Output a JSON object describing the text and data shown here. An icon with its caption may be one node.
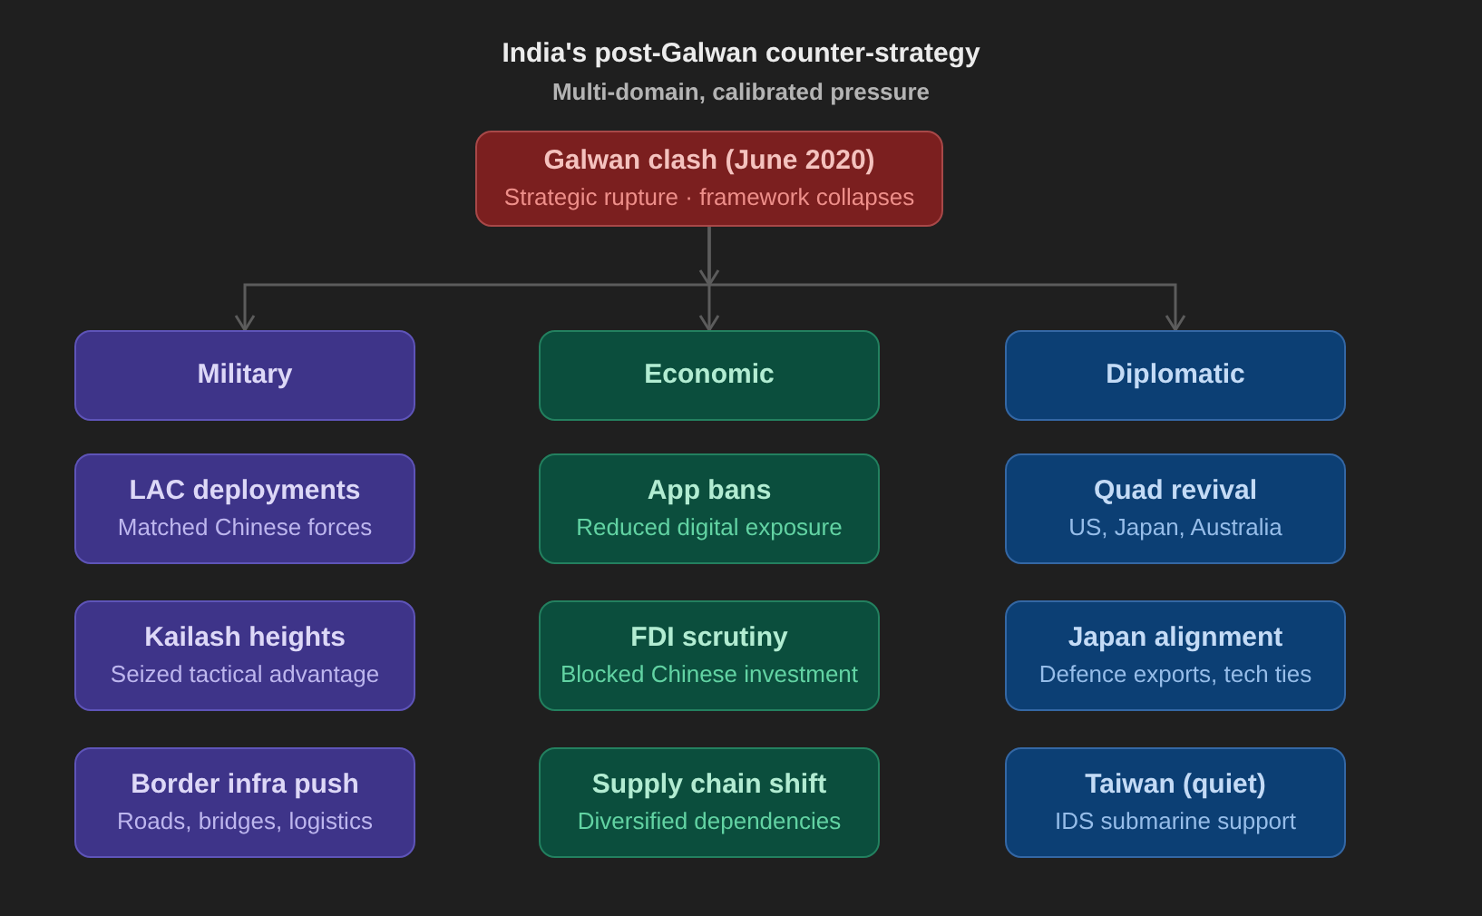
{
  "diagram": {
    "title": "India's post-Galwan counter-strategy",
    "nodes": [
      {
        "text": [
          "Galwan clash (June 2020)",
          "Strategic rupture · framework collapses"
        ]
      },
      {
        "text": [
          "Military"
        ]
      },
      {
        "text": [
          "LAC deployments",
          "Matched Chinese forces"
        ]
      },
      {
        "text": [
          "Kailash heights",
          "Seized tactical advantage"
        ]
      },
      {
        "text": [
          "Border infra push",
          "Roads, bridges, logistics"
        ]
      },
      {
        "text": [
          "Economic"
        ]
      },
      {
        "text": [
          "App bans",
          "Reduced digital exposure"
        ]
      },
      {
        "text": [
          "FDI scrutiny",
          "Blocked Chinese investment"
        ]
      },
      {
        "text": [
          "Supply chain shift",
          "Diversified dependencies"
        ]
      },
      {
        "text": [
          "Diplomatic"
        ]
      },
      {
        "text": [
          "Quad revival",
          "US, Japan, Australia"
        ]
      },
      {
        "text": [
          "Japan alignment",
          "Defence exports, tech ties"
        ]
      },
      {
        "text": [
          "Taiwan (quiet)",
          "IDS submarine support"
        ]
      }
    ],
    "edges": [
      {
        "from": 0,
        "to": 1,
        "arrow": "to"
      },
      {
        "from": 0,
        "to": 5,
        "arrow": "to"
      },
      {
        "from": 0,
        "to": 9,
        "arrow": "to"
      }
    ],
    "labels": [
      "Multi-domain, calibrated pressure"
    ]
  }
}
